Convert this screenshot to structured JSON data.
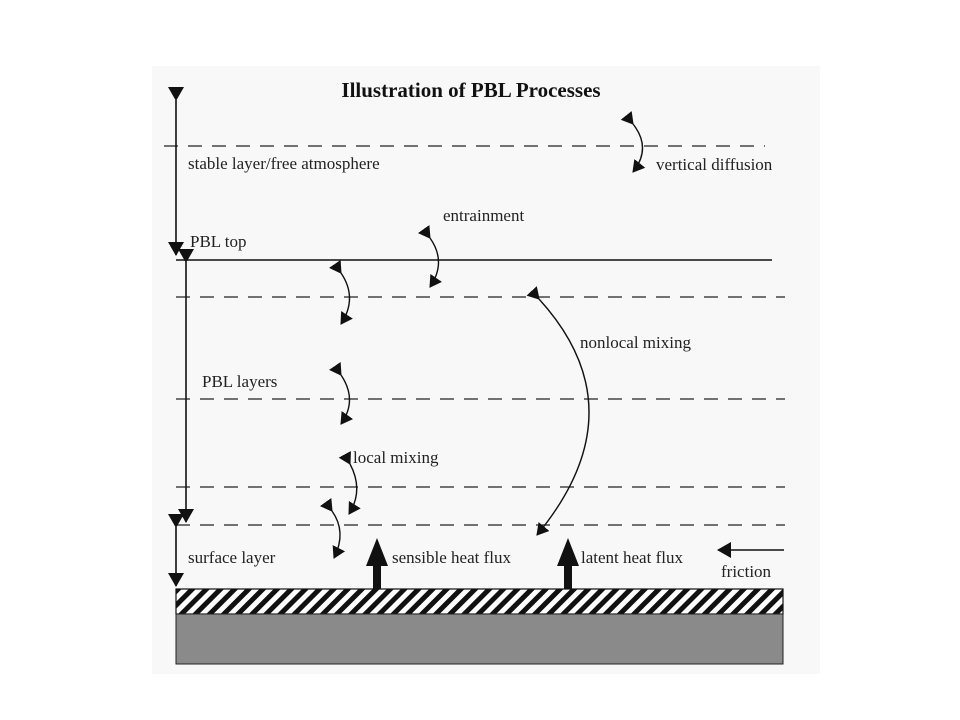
{
  "title": "Illustration of PBL Processes",
  "labels": {
    "stable_layer": "stable layer/free atmosphere",
    "vertical_diffusion": "vertical diffusion",
    "entrainment": "entrainment",
    "pbl_top": "PBL top",
    "nonlocal_mixing": "nonlocal mixing",
    "pbl_layers": "PBL layers",
    "local_mixing": "local mixing",
    "surface_layer": "surface layer",
    "sensible_heat_flux": "sensible heat flux",
    "latent_heat_flux": "latent heat flux",
    "friction": "friction"
  },
  "colors": {
    "background": "#ffffff",
    "panel": "#f8f8f8",
    "ink": "#111111",
    "ground": "#8a8a8a"
  }
}
